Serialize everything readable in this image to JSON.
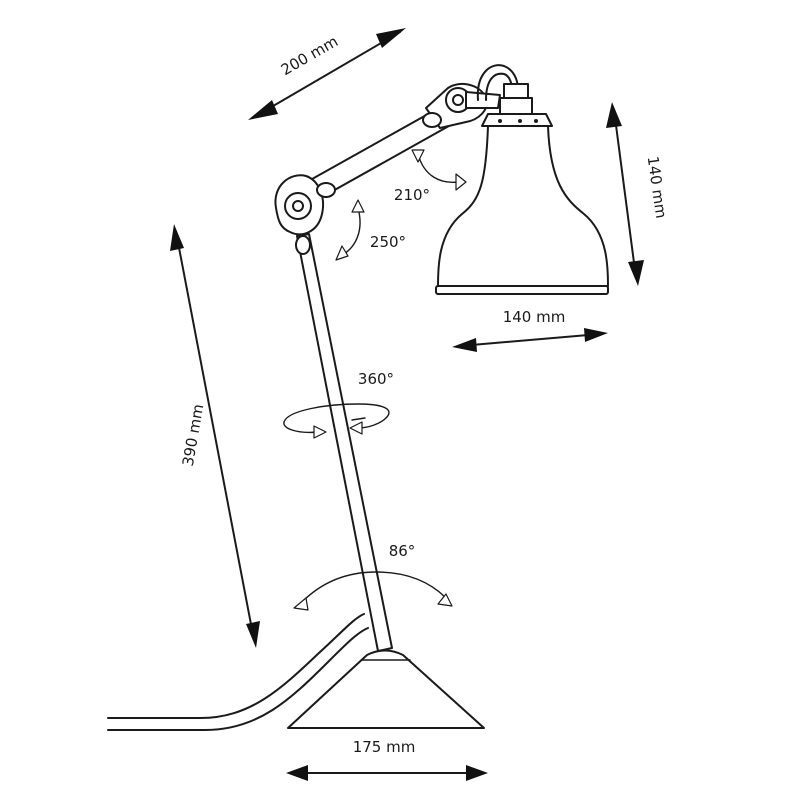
{
  "dimensions": {
    "arm_length": "200 mm",
    "shade_height": "140 mm",
    "shade_width": "140 mm",
    "stem_height": "390 mm",
    "base_width": "175 mm"
  },
  "rotations": {
    "shade_joint": "210°",
    "elbow_joint": "250°",
    "stem_swivel": "360°",
    "base_tilt": "86°"
  }
}
